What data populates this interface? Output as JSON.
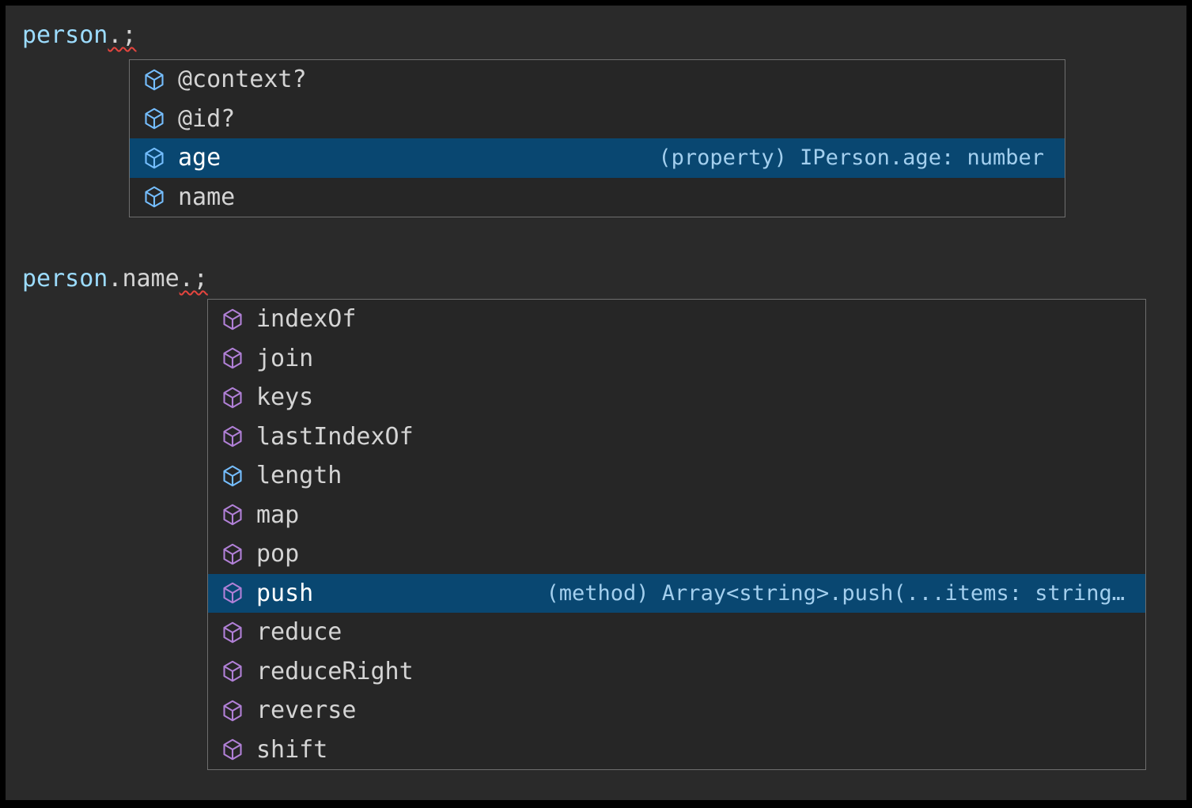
{
  "colors": {
    "editor_bg": "#2a2a2a",
    "widget_bg": "#262626",
    "widget_border": "#6e6e6e",
    "selection": "#094771",
    "fg": "#d4d4d4",
    "ident": "#9cdcfe",
    "error": "#e5453e",
    "field_icon": "#75beff",
    "method_icon": "#b180d7",
    "detail": "#8a8a8a",
    "detail_selected": "#a3cfee"
  },
  "code": {
    "line1": {
      "ident": "person",
      "trailing": ".;"
    },
    "line2": {
      "ident": "person",
      "dot": ".",
      "member": "name",
      "trailing": ".;"
    }
  },
  "suggest_person": {
    "items": [
      {
        "label": "@context?",
        "kind": "field"
      },
      {
        "label": "@id?",
        "kind": "field"
      },
      {
        "label": "age",
        "kind": "field",
        "selected": true,
        "detail": "(property) IPerson.age: number"
      },
      {
        "label": "name",
        "kind": "field"
      }
    ]
  },
  "suggest_person_name": {
    "items": [
      {
        "label": "indexOf",
        "kind": "method"
      },
      {
        "label": "join",
        "kind": "method"
      },
      {
        "label": "keys",
        "kind": "method"
      },
      {
        "label": "lastIndexOf",
        "kind": "method"
      },
      {
        "label": "length",
        "kind": "field"
      },
      {
        "label": "map",
        "kind": "method"
      },
      {
        "label": "pop",
        "kind": "method"
      },
      {
        "label": "push",
        "kind": "method",
        "selected": true,
        "detail": "(method) Array<string>.push(...items: string…"
      },
      {
        "label": "reduce",
        "kind": "method"
      },
      {
        "label": "reduceRight",
        "kind": "method"
      },
      {
        "label": "reverse",
        "kind": "method"
      },
      {
        "label": "shift",
        "kind": "method"
      }
    ]
  }
}
